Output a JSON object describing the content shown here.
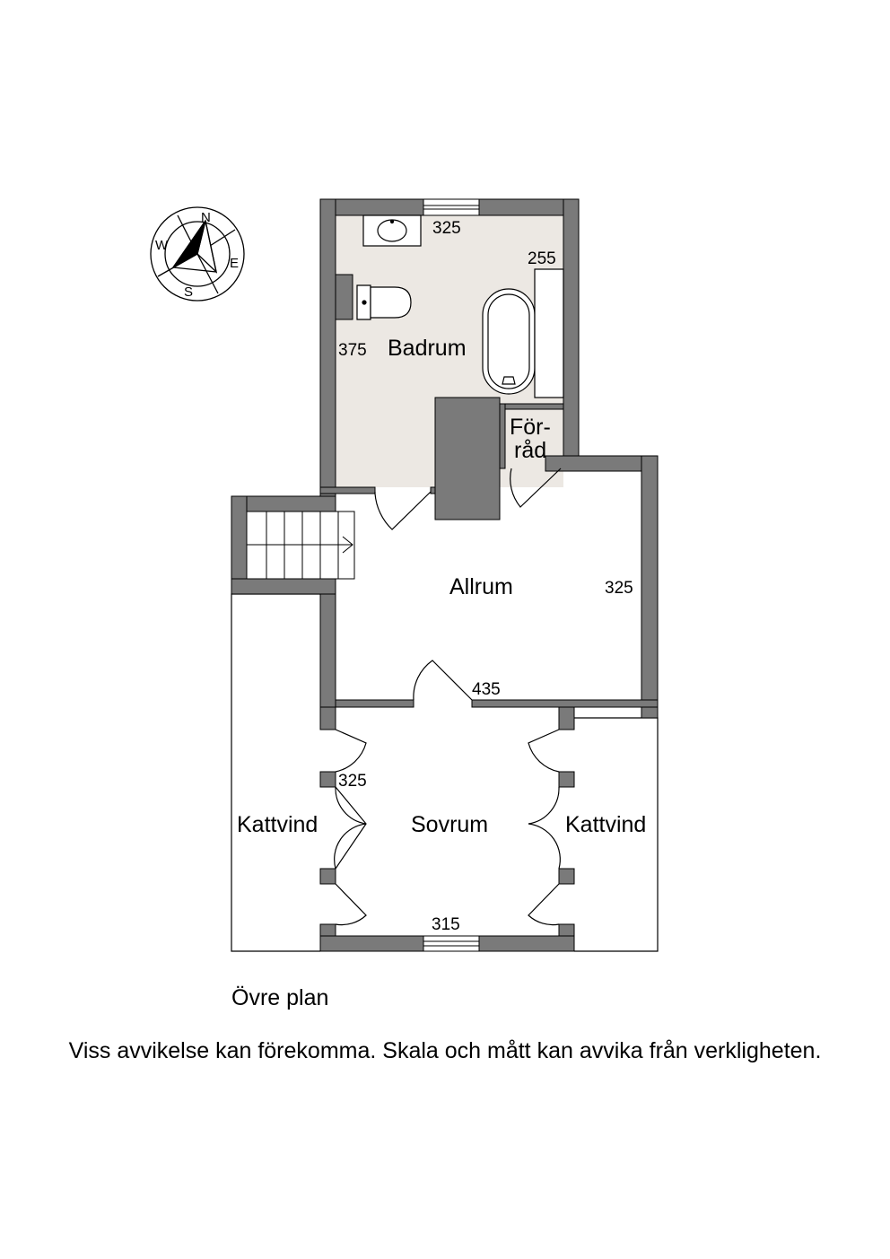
{
  "rooms": {
    "badrum": "Badrum",
    "forrad_line1": "För-",
    "forrad_line2": "råd",
    "allrum": "Allrum",
    "sovrum": "Sovrum",
    "kattvind_left": "Kattvind",
    "kattvind_right": "Kattvind"
  },
  "dimensions": {
    "badrum_top": "325",
    "badrum_right": "255",
    "badrum_left": "375",
    "allrum_right": "325",
    "allrum_bottom": "435",
    "sovrum_left": "325",
    "sovrum_bottom": "315"
  },
  "compass": {
    "n": "N",
    "e": "E",
    "s": "S",
    "w": "W"
  },
  "plan_title": "Övre plan",
  "disclaimer": "Viss avvikelse kan förekomma. Skala och mått kan avvika från verkligheten.",
  "colors": {
    "wall": "#7a7a7a",
    "bathroom_floor": "#ece8e3",
    "line": "#000000"
  }
}
